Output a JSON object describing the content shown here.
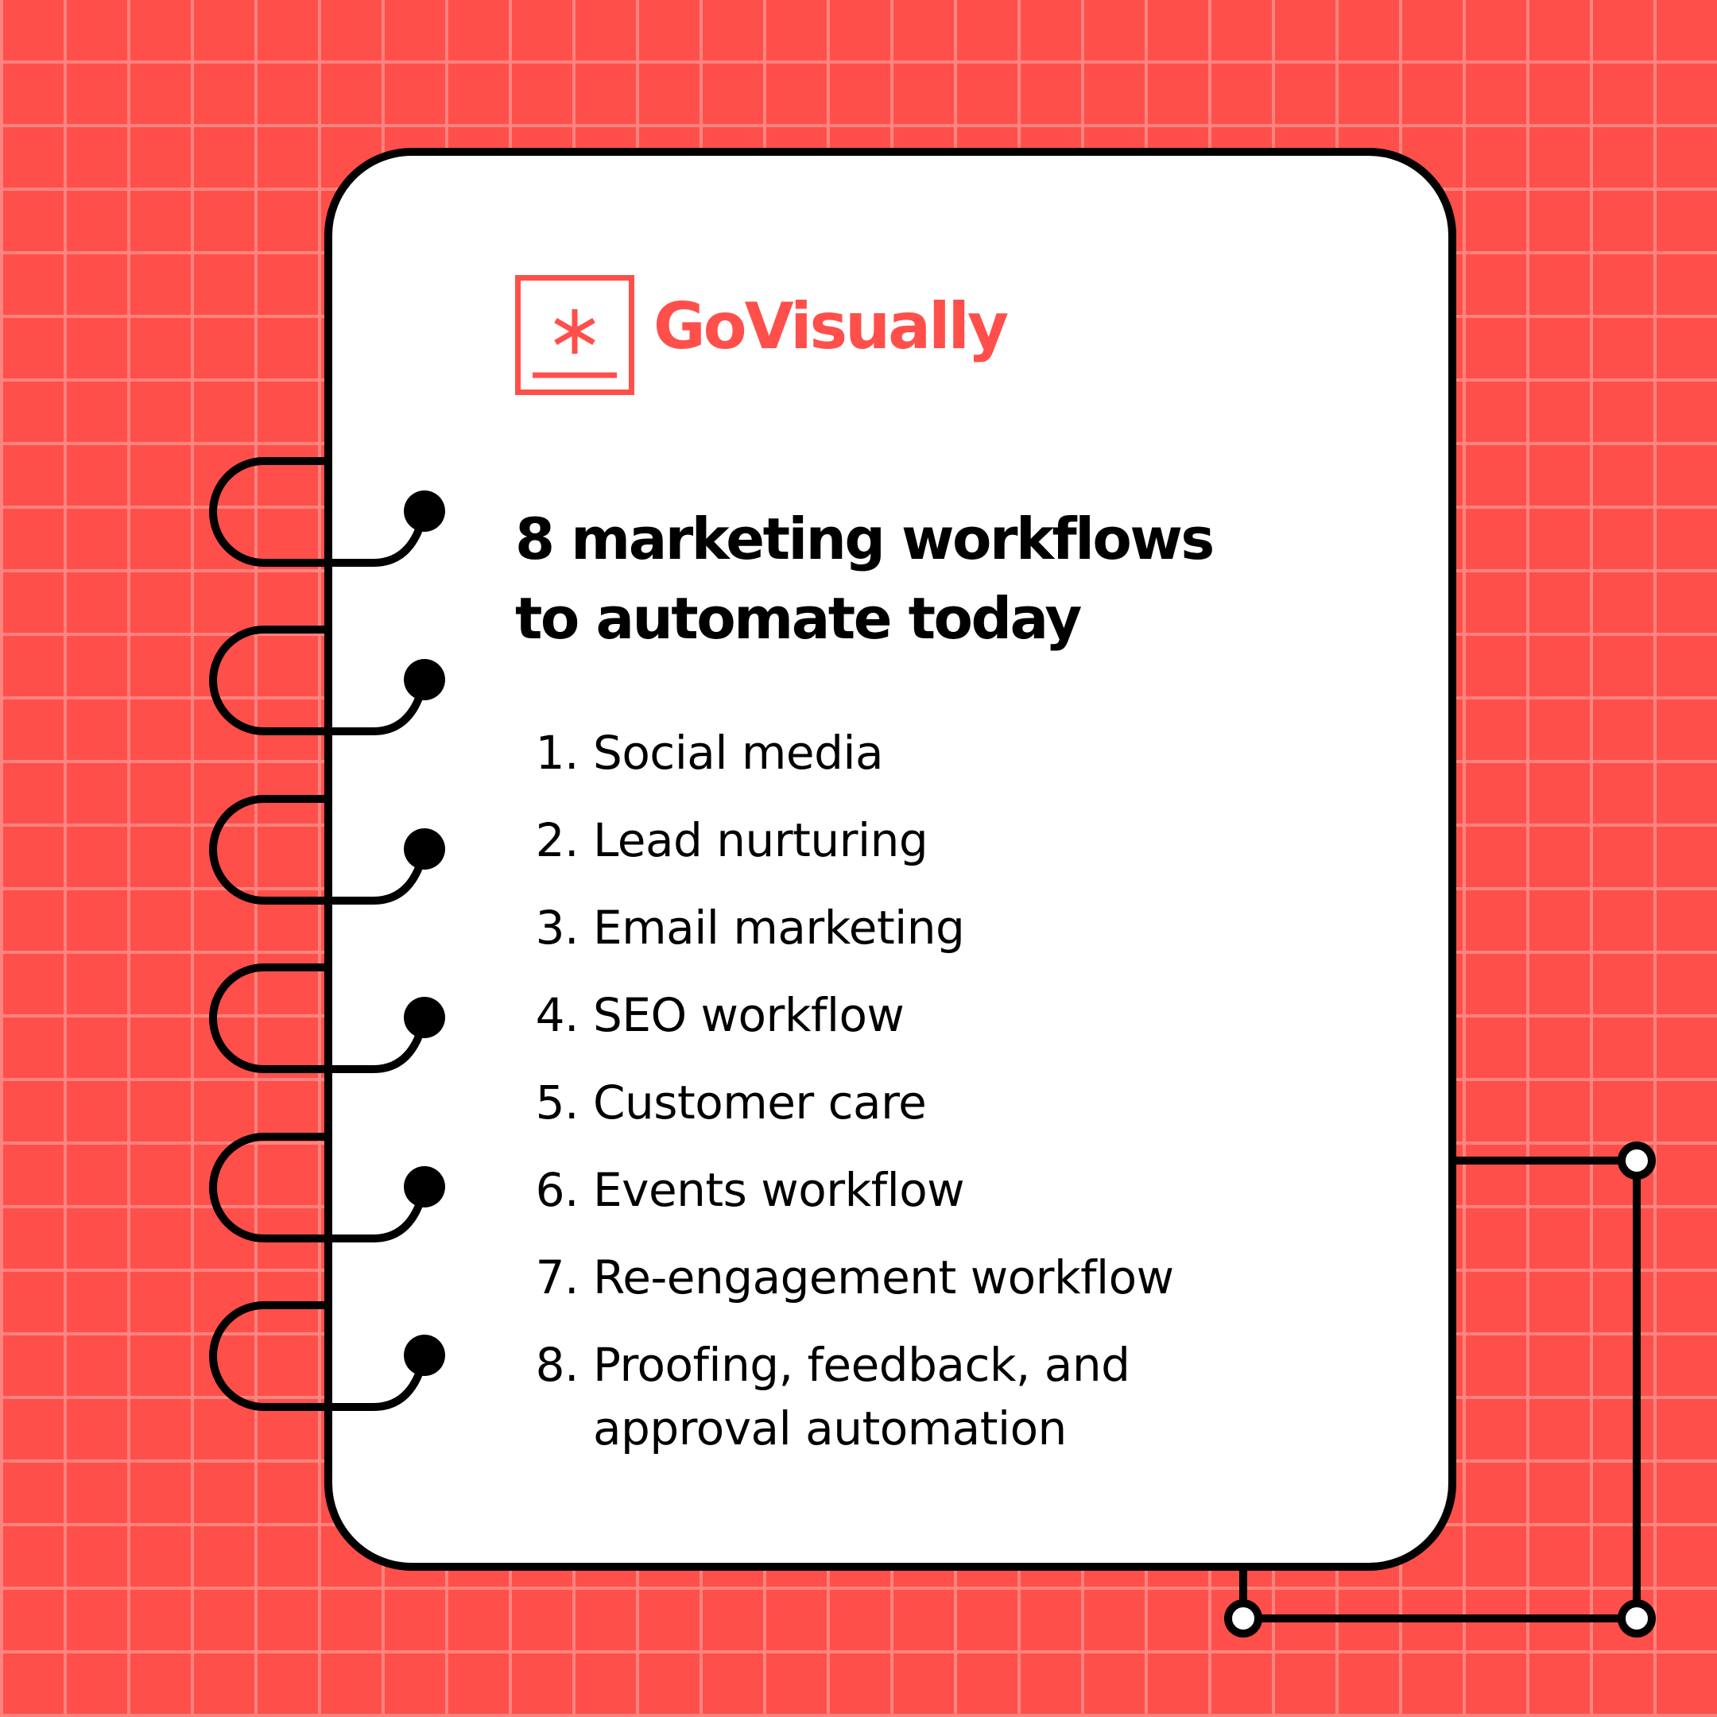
{
  "brand": {
    "name": "GoVisually",
    "logo_icon": "asterisk-box-icon",
    "color": "#FF4F4A"
  },
  "heading": {
    "line1": "8 marketing workflows",
    "line2": "to automate today"
  },
  "list": {
    "items": [
      {
        "number": "1.",
        "label": "Social media"
      },
      {
        "number": "2.",
        "label": "Lead nurturing"
      },
      {
        "number": "3.",
        "label": "Email marketing"
      },
      {
        "number": "4.",
        "label": "SEO workflow"
      },
      {
        "number": "5.",
        "label": "Customer care"
      },
      {
        "number": "6.",
        "label": "Events workflow"
      },
      {
        "number": "7.",
        "label": "Re-engagement workflow"
      },
      {
        "number": "8.",
        "label": "Proofing, feedback, and",
        "label_line2": "approval automation"
      }
    ]
  },
  "theme": {
    "background": "#FF4F4A",
    "grid_line": "#FF837E",
    "card": "#FFFFFF",
    "ink": "#000000"
  },
  "decorations": {
    "binder_rings": 6,
    "connector_nodes": 3
  }
}
